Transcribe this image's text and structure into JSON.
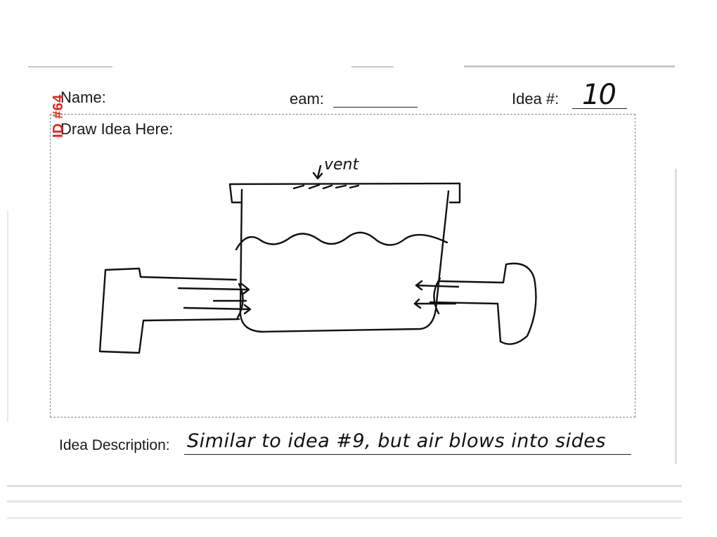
{
  "form": {
    "name_label": "Name:",
    "team_label": "eam:",
    "idea_label": "Idea #:",
    "idea_number": "10",
    "draw_label": "Draw Idea Here:",
    "description_label": "Idea Description:",
    "description_text": "Similar to idea #9, but air blows into sides"
  },
  "stamp": {
    "id_text": "ID #64",
    "color": "#e8231f"
  },
  "sketch": {
    "vent_label": "vent"
  }
}
